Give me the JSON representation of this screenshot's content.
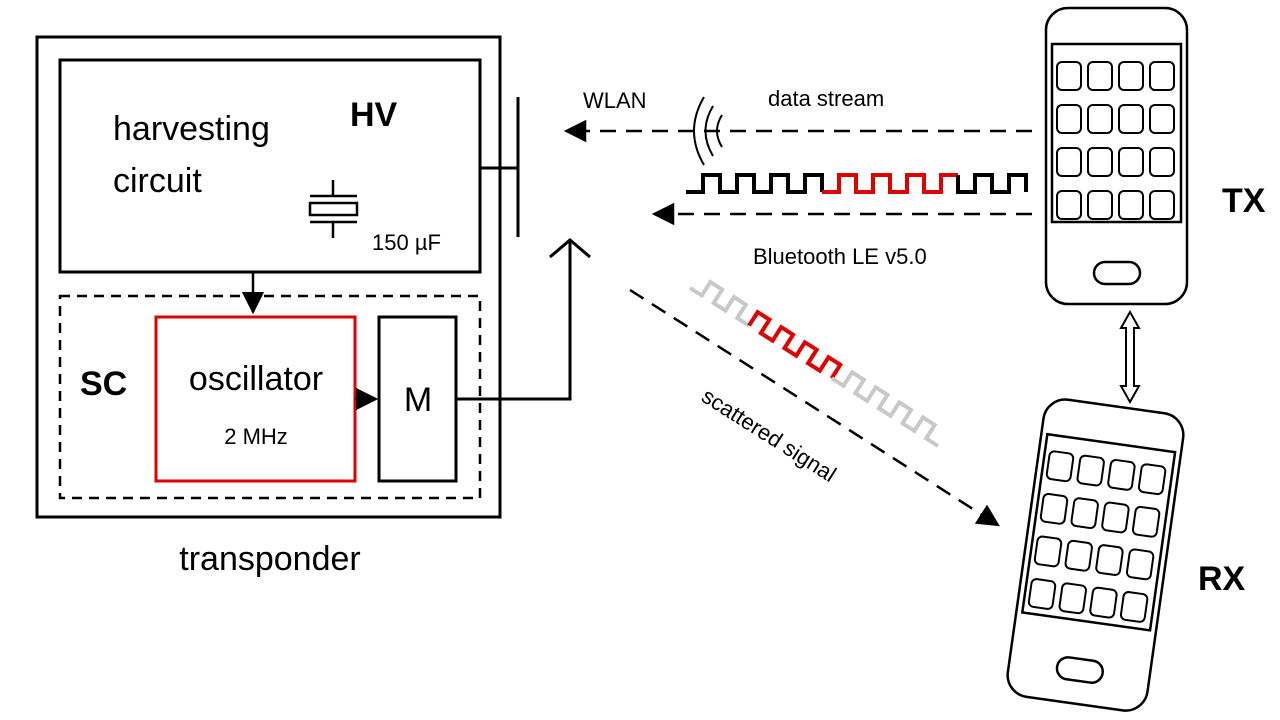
{
  "labels": {
    "transponder": "transponder",
    "harvesting_line1": "harvesting",
    "harvesting_line2": "circuit",
    "hv": "HV",
    "capacitance": "150 µF",
    "sc": "SC",
    "oscillator": "oscillator",
    "frequency": "2 MHz",
    "modulator": "M",
    "wlan": "WLAN",
    "data_stream": "data stream",
    "bluetooth": "Bluetooth LE v5.0",
    "scattered_signal": "scattered signal",
    "tx": "TX",
    "rx": "RX"
  },
  "colors": {
    "line": "#000000",
    "highlight": "#e00000",
    "faded": "#c8c8c8"
  },
  "icons": {
    "wireless": "wireless-waves-icon",
    "phone_tx": "smartphone-icon",
    "phone_rx": "smartphone-icon",
    "capacitor": "capacitor-icon",
    "antenna": "antenna-icon"
  }
}
